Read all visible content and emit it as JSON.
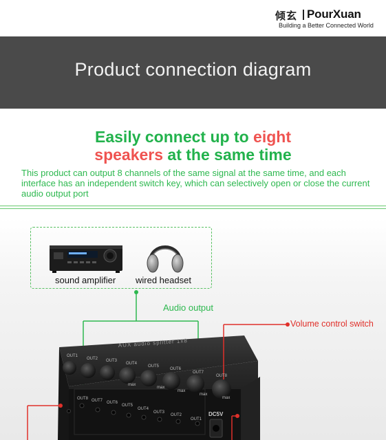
{
  "header": {
    "logo_cn": "倾玄",
    "logo_en": "PourXuan",
    "tagline": "Building a Better Connected World"
  },
  "banner": {
    "title": "Product connection diagram"
  },
  "headline": {
    "line1_green": "Easily connect up to ",
    "line1_red": "eight",
    "line2_red": "speakers",
    "line2_green": " at the same time"
  },
  "description": "This product can output 8 channels of the same signal at the same time, and each interface has an independent switch key, which can selectively open or close the current audio output port",
  "devices": {
    "amplifier_label": "sound amplifier",
    "headset_label": "wired headset"
  },
  "callouts": {
    "audio_output": "Audio output",
    "volume_control": "Volume control switch"
  },
  "splitter": {
    "top_label": "AUX audio splitter 1x8",
    "knob_labels": [
      "OUT1",
      "OUT2",
      "OUT3",
      "OUT4",
      "OUT5",
      "OUT6",
      "OUT7",
      "OUT8"
    ],
    "max_label": "max",
    "port_labels": [
      "OUT8",
      "OUT7",
      "OUT6",
      "OUT5",
      "OUT4",
      "OUT3",
      "OUT2",
      "OUT1"
    ],
    "power_label": "DC5V"
  },
  "colors": {
    "green": "#22b24c",
    "red": "#ef5350",
    "banner": "#4a4a4a",
    "callout_line_green": "#2db84f",
    "callout_line_red": "#e0302a"
  }
}
